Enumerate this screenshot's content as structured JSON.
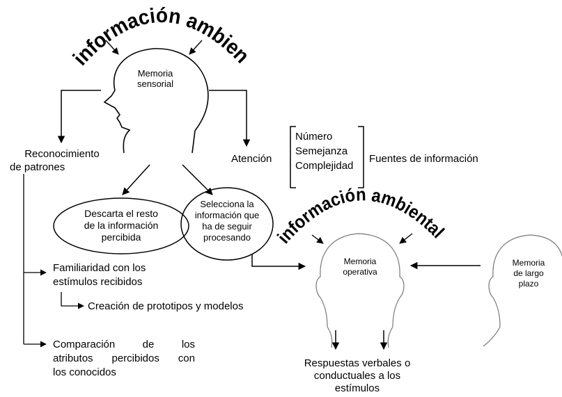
{
  "arc_title_1": "información ambiental",
  "arc_title_2": "información ambiental",
  "head1_label": [
    "Memoria",
    "sensorial"
  ],
  "recognition": [
    "Reconocimiento",
    "de patrones"
  ],
  "attention": "Atención",
  "sources": {
    "items": [
      "Número",
      "Semejanza",
      "Complejidad"
    ],
    "label": "Fuentes de información"
  },
  "discard_ellipse": [
    "Descarta el resto",
    "de la información",
    "percibida"
  ],
  "select_ellipse": [
    "Selecciona la",
    "información que",
    "ha de seguir",
    "procesando"
  ],
  "familiarity": [
    "Familiaridad con los",
    "estímulos recibidos"
  ],
  "prototypes": "Creación de prototipos y modelos",
  "comparison": [
    "Comparación",
    "de",
    "los",
    "atributos",
    "percibidos",
    "con",
    "los conocidos"
  ],
  "head2_label": [
    "Memoria",
    "operativa"
  ],
  "head3_label": [
    "Memoria",
    "de largo",
    "plazo"
  ],
  "responses": [
    "Respuestas verbales o",
    "conductuales a los",
    "estímulos"
  ]
}
